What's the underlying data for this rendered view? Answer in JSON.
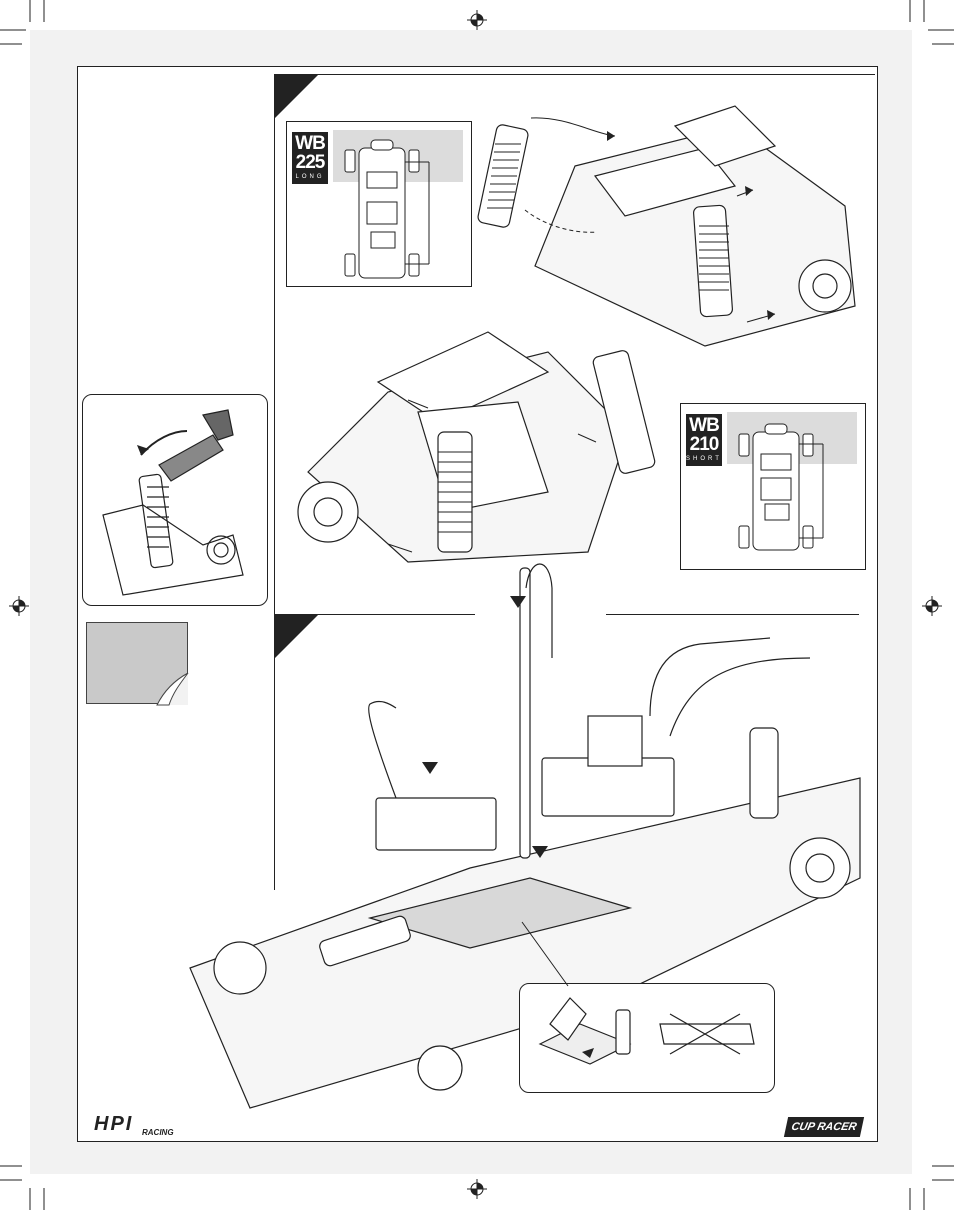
{
  "wheelbase_long": {
    "number_top": "WB",
    "number_bottom": "225",
    "caption": "LONG"
  },
  "wheelbase_short": {
    "number_top": "WB",
    "number_bottom": "210",
    "caption": "SHORT"
  },
  "brand_left": {
    "main": "HPI",
    "sub": "RACING"
  },
  "brand_right": {
    "text": "CUP RACER"
  },
  "icons": [
    "registration-mark-icon",
    "crop-mark-icon",
    "arrow-icon",
    "page-curl-icon"
  ],
  "colors": {
    "ink": "#222222",
    "panel_grey": "#dcdcdc",
    "note_grey": "#c9c9c9",
    "bleed": "#f2f2f2"
  }
}
